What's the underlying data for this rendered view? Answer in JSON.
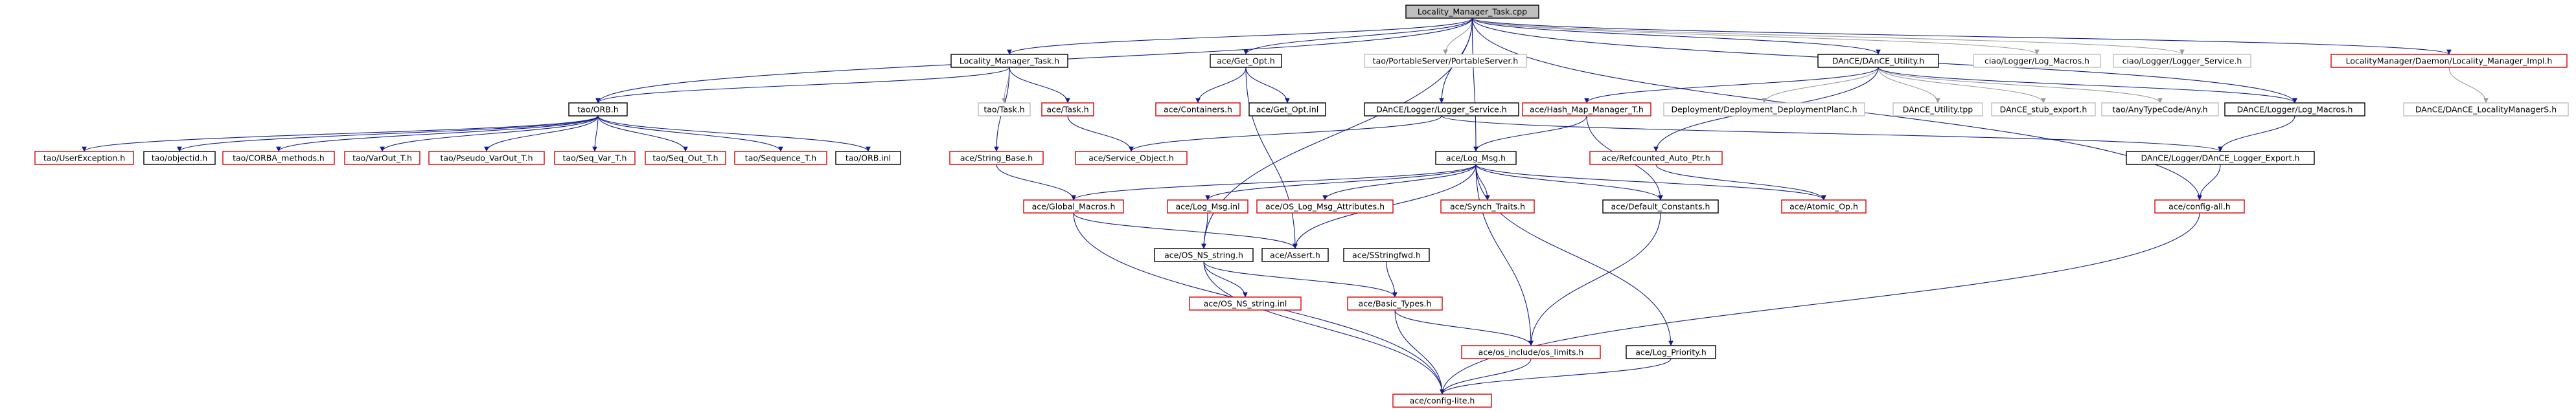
{
  "colors": {
    "edge": "#0f1c8c",
    "edge_gray": "#9a9a9a",
    "node_black": "#000000",
    "node_red": "#d90000",
    "node_gray": "#bfbfbf",
    "root_fill": "#bfbfbf"
  },
  "nodes": [
    {
      "id": "root",
      "label": "Locality_Manager_Task.cpp",
      "style": "root"
    },
    {
      "id": "lmt_h",
      "label": "Locality_Manager_Task.h",
      "style": "black"
    },
    {
      "id": "get_opt_h",
      "label": "ace/Get_Opt.h",
      "style": "black"
    },
    {
      "id": "portable_server",
      "label": "tao/PortableServer/PortableServer.h",
      "style": "gray"
    },
    {
      "id": "dance_utility",
      "label": "DAnCE/DAnCE_Utility.h",
      "style": "black"
    },
    {
      "id": "ciao_log_macros",
      "label": "ciao/Logger/Log_Macros.h",
      "style": "gray"
    },
    {
      "id": "ciao_logger_service",
      "label": "ciao/Logger/Logger_Service.h",
      "style": "gray"
    },
    {
      "id": "lm_impl",
      "label": "LocalityManager/Daemon/Locality_Manager_Impl.h",
      "style": "red"
    },
    {
      "id": "tao_orb",
      "label": "tao/ORB.h",
      "style": "black"
    },
    {
      "id": "tao_task",
      "label": "tao/Task.h",
      "style": "gray"
    },
    {
      "id": "ace_task",
      "label": "ace/Task.h",
      "style": "red"
    },
    {
      "id": "ace_containers",
      "label": "ace/Containers.h",
      "style": "red"
    },
    {
      "id": "get_opt_inl",
      "label": "ace/Get_Opt.inl",
      "style": "black"
    },
    {
      "id": "dance_logger_service",
      "label": "DAnCE/Logger/Logger_Service.h",
      "style": "black"
    },
    {
      "id": "hash_map",
      "label": "ace/Hash_Map_Manager_T.h",
      "style": "red"
    },
    {
      "id": "deployment_plan",
      "label": "Deployment/Deployment_DeploymentPlanC.h",
      "style": "gray"
    },
    {
      "id": "dance_utility_tpp",
      "label": "DAnCE_Utility.tpp",
      "style": "gray"
    },
    {
      "id": "dance_stub_export",
      "label": "DAnCE_stub_export.h",
      "style": "gray"
    },
    {
      "id": "anytypecode",
      "label": "tao/AnyTypeCode/Any.h",
      "style": "gray"
    },
    {
      "id": "dance_log_macros",
      "label": "DAnCE/Logger/Log_Macros.h",
      "style": "black"
    },
    {
      "id": "dance_lm_s",
      "label": "DAnCE/DAnCE_LocalityManagerS.h",
      "style": "gray"
    },
    {
      "id": "user_exception",
      "label": "tao/UserException.h",
      "style": "red"
    },
    {
      "id": "objectid",
      "label": "tao/objectid.h",
      "style": "black"
    },
    {
      "id": "corba_methods",
      "label": "tao/CORBA_methods.h",
      "style": "red"
    },
    {
      "id": "varout",
      "label": "tao/VarOut_T.h",
      "style": "red"
    },
    {
      "id": "pseudo_varout",
      "label": "tao/Pseudo_VarOut_T.h",
      "style": "red"
    },
    {
      "id": "seq_var",
      "label": "tao/Seq_Var_T.h",
      "style": "red"
    },
    {
      "id": "seq_out",
      "label": "tao/Seq_Out_T.h",
      "style": "red"
    },
    {
      "id": "sequence_t",
      "label": "tao/Sequence_T.h",
      "style": "red"
    },
    {
      "id": "orb_inl",
      "label": "tao/ORB.inl",
      "style": "black"
    },
    {
      "id": "string_base",
      "label": "ace/String_Base.h",
      "style": "red"
    },
    {
      "id": "service_object",
      "label": "ace/Service_Object.h",
      "style": "red"
    },
    {
      "id": "log_msg",
      "label": "ace/Log_Msg.h",
      "style": "black"
    },
    {
      "id": "refcounted_auto_ptr",
      "label": "ace/Refcounted_Auto_Ptr.h",
      "style": "red"
    },
    {
      "id": "dance_logger_export",
      "label": "DAnCE/Logger/DAnCE_Logger_Export.h",
      "style": "black"
    },
    {
      "id": "global_macros",
      "label": "ace/Global_Macros.h",
      "style": "red"
    },
    {
      "id": "log_msg_inl",
      "label": "ace/Log_Msg.inl",
      "style": "red"
    },
    {
      "id": "os_log_msg_attr",
      "label": "ace/OS_Log_Msg_Attributes.h",
      "style": "red"
    },
    {
      "id": "synch_traits",
      "label": "ace/Synch_Traits.h",
      "style": "red"
    },
    {
      "id": "default_constants",
      "label": "ace/Default_Constants.h",
      "style": "black"
    },
    {
      "id": "atomic_op",
      "label": "ace/Atomic_Op.h",
      "style": "red"
    },
    {
      "id": "config_all",
      "label": "ace/config-all.h",
      "style": "red"
    },
    {
      "id": "os_ns_string",
      "label": "ace/OS_NS_string.h",
      "style": "black"
    },
    {
      "id": "ace_assert",
      "label": "ace/Assert.h",
      "style": "black"
    },
    {
      "id": "sstringfwd",
      "label": "ace/SStringfwd.h",
      "style": "black"
    },
    {
      "id": "os_ns_string_inl",
      "label": "ace/OS_NS_string.inl",
      "style": "red"
    },
    {
      "id": "basic_types",
      "label": "ace/Basic_Types.h",
      "style": "red"
    },
    {
      "id": "os_limits",
      "label": "ace/os_include/os_limits.h",
      "style": "red"
    },
    {
      "id": "log_priority",
      "label": "ace/Log_Priority.h",
      "style": "black"
    },
    {
      "id": "config_lite",
      "label": "ace/config-lite.h",
      "style": "red"
    }
  ],
  "edges": [
    [
      "root",
      "lmt_h"
    ],
    [
      "root",
      "get_opt_h"
    ],
    [
      "root",
      "portable_server"
    ],
    [
      "root",
      "dance_utility"
    ],
    [
      "root",
      "ciao_log_macros"
    ],
    [
      "root",
      "ciao_logger_service"
    ],
    [
      "root",
      "lm_impl"
    ],
    [
      "root",
      "tao_orb"
    ],
    [
      "root",
      "dance_logger_service"
    ],
    [
      "root",
      "log_msg"
    ],
    [
      "root",
      "os_ns_string"
    ],
    [
      "root",
      "dance_log_macros"
    ],
    [
      "root",
      "config_all"
    ],
    [
      "lmt_h",
      "tao_orb"
    ],
    [
      "lmt_h",
      "tao_task"
    ],
    [
      "lmt_h",
      "ace_task"
    ],
    [
      "lmt_h",
      "string_base"
    ],
    [
      "get_opt_h",
      "ace_containers"
    ],
    [
      "get_opt_h",
      "get_opt_inl"
    ],
    [
      "get_opt_h",
      "ace_assert"
    ],
    [
      "dance_utility",
      "hash_map"
    ],
    [
      "dance_utility",
      "deployment_plan"
    ],
    [
      "dance_utility",
      "dance_utility_tpp"
    ],
    [
      "dance_utility",
      "dance_stub_export"
    ],
    [
      "dance_utility",
      "anytypecode"
    ],
    [
      "dance_utility",
      "dance_log_macros"
    ],
    [
      "dance_utility",
      "refcounted_auto_ptr"
    ],
    [
      "lm_impl",
      "dance_lm_s"
    ],
    [
      "tao_orb",
      "user_exception"
    ],
    [
      "tao_orb",
      "objectid"
    ],
    [
      "tao_orb",
      "corba_methods"
    ],
    [
      "tao_orb",
      "varout"
    ],
    [
      "tao_orb",
      "pseudo_varout"
    ],
    [
      "tao_orb",
      "seq_var"
    ],
    [
      "tao_orb",
      "seq_out"
    ],
    [
      "tao_orb",
      "sequence_t"
    ],
    [
      "tao_orb",
      "orb_inl"
    ],
    [
      "ace_task",
      "service_object"
    ],
    [
      "dance_logger_service",
      "service_object"
    ],
    [
      "dance_logger_service",
      "dance_logger_export"
    ],
    [
      "hash_map",
      "log_msg"
    ],
    [
      "hash_map",
      "default_constants"
    ],
    [
      "dance_log_macros",
      "dance_logger_export"
    ],
    [
      "string_base",
      "global_macros"
    ],
    [
      "log_msg",
      "global_macros"
    ],
    [
      "log_msg",
      "log_msg_inl"
    ],
    [
      "log_msg",
      "os_log_msg_attr"
    ],
    [
      "log_msg",
      "synch_traits"
    ],
    [
      "log_msg",
      "default_constants"
    ],
    [
      "log_msg",
      "atomic_op"
    ],
    [
      "log_msg",
      "ace_assert"
    ],
    [
      "log_msg",
      "os_limits"
    ],
    [
      "log_msg",
      "log_priority"
    ],
    [
      "refcounted_auto_ptr",
      "atomic_op"
    ],
    [
      "dance_logger_export",
      "config_all"
    ],
    [
      "global_macros",
      "config_lite"
    ],
    [
      "global_macros",
      "ace_assert"
    ],
    [
      "log_msg_inl",
      "os_ns_string"
    ],
    [
      "default_constants",
      "os_limits"
    ],
    [
      "config_all",
      "config_lite"
    ],
    [
      "os_ns_string",
      "os_ns_string_inl"
    ],
    [
      "os_ns_string",
      "basic_types"
    ],
    [
      "os_ns_string",
      "config_lite"
    ],
    [
      "sstringfwd",
      "basic_types"
    ],
    [
      "basic_types",
      "os_limits"
    ],
    [
      "basic_types",
      "config_lite"
    ],
    [
      "os_limits",
      "config_lite"
    ],
    [
      "log_priority",
      "config_lite"
    ]
  ]
}
